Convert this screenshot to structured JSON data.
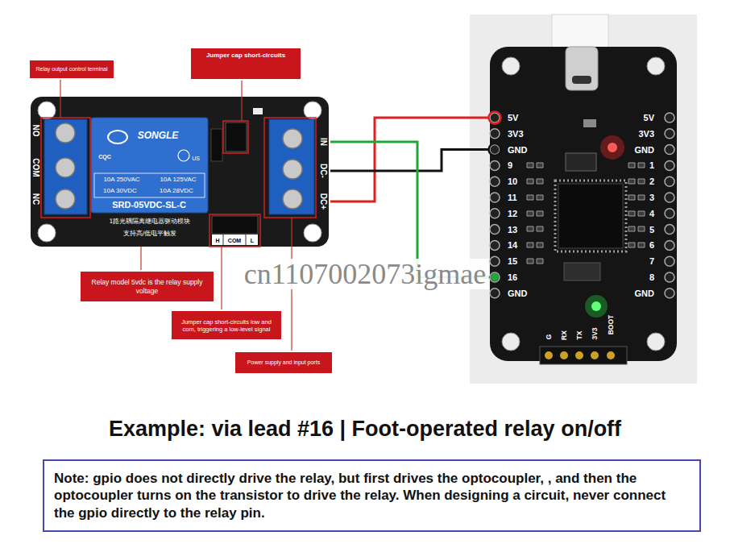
{
  "diagram": {
    "title": "Example: via lead #16 | Foot-operated relay on/off",
    "nodes": [
      {
        "text": [
          "Relay output control terminal"
        ]
      },
      {
        "text": [
          "Jumper cap short-circuits"
        ]
      },
      {
        "text": [
          "Relay model 5vdc is the relay supply voltage"
        ]
      },
      {
        "text": [
          "Jumper cap short-circuits low and com, triggering a low-level signal"
        ]
      },
      {
        "text": [
          "Power supply and input ports"
        ]
      },
      {
        "text": [
          "Note: gpio does not directly drive the relay, but first drives the optocoupler, , and then the optocoupler turns on the transistor to drive the relay. When designing a circuit, never connect the gpio directly to the relay pin."
        ]
      }
    ],
    "labels": [
      "NO",
      "COM",
      "NC",
      "SONGLE",
      "CQC",
      "US",
      "10A 250VAC",
      "10A 125VAC",
      "10A 30VDC",
      "10A 28VDC",
      "SRD-05VDC-SL-C",
      "1路光耦隔离继电器驱动模块",
      "支持高/低电平触发",
      "H",
      "COM",
      "L",
      "IN",
      "DC-",
      "DC+",
      "5V",
      "3V3",
      "GND",
      "9",
      "10",
      "11",
      "12",
      "13",
      "14",
      "15",
      "16",
      "GND",
      "5V",
      "3V3",
      "GND",
      "1",
      "2",
      "3",
      "4",
      "5",
      "6",
      "7",
      "8",
      "GND",
      "G",
      "RX",
      "TX",
      "3V3",
      "BOOT",
      "cn1107002073igmae"
    ]
  }
}
